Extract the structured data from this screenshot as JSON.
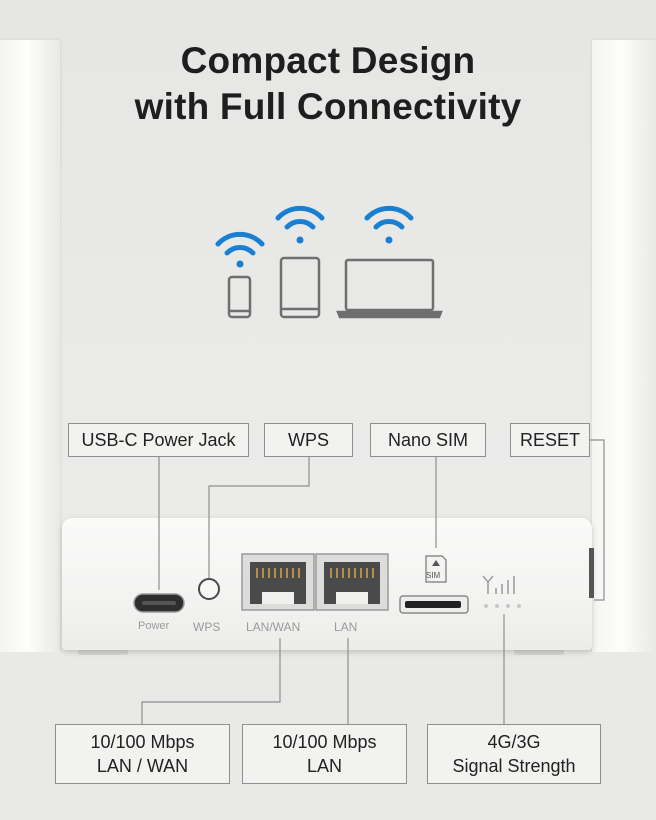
{
  "title": {
    "line1": "Compact Design",
    "line2": "with Full Connectivity"
  },
  "icons": [
    "wifi-icon",
    "smartphone-icon",
    "tablet-icon",
    "laptop-icon",
    "antenna-signal-icon"
  ],
  "colors": {
    "wifi": "#1a7fd1",
    "device": "#6f6f6f",
    "label_border": "#8f8f8f"
  },
  "top_labels": {
    "power_jack": "USB-C Power Jack",
    "wps": "WPS",
    "nano_sim": "Nano SIM",
    "reset": "RESET"
  },
  "router": {
    "power_label": "Power",
    "wps_label": "WPS",
    "lanwan_label": "LAN/WAN",
    "lan_label": "LAN",
    "sim_mark": "SIM"
  },
  "bottom_labels": {
    "lanwan": "10/100 Mbps\nLAN / WAN",
    "lan": "10/100 Mbps\nLAN",
    "signal": "4G/3G\nSignal Strength"
  }
}
